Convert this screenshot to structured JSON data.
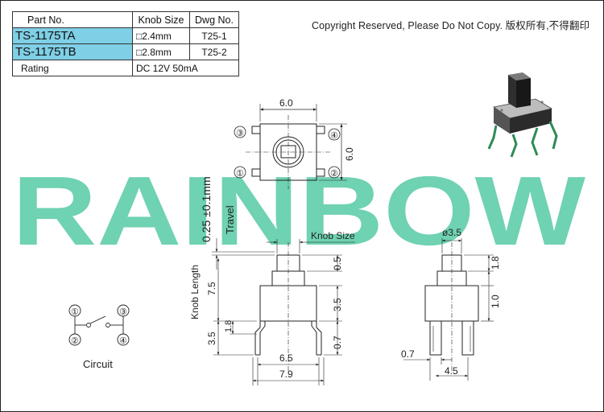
{
  "table": {
    "headers": [
      "Part  No.",
      "Knob Size",
      "Dwg No."
    ],
    "rows": [
      {
        "part": "TS-1175TA",
        "knob": "□2.4mm",
        "dwg": "T25-1"
      },
      {
        "part": "TS-1175TB",
        "knob": "□2.8mm",
        "dwg": "T25-2"
      }
    ],
    "rating_label": "Rating",
    "rating_value": "DC  12V 50mA"
  },
  "copyright": "Copyright Reserved, Please Do Not Copy. 版权所有,不得翻印",
  "watermark": "RAINBOW",
  "top_view": {
    "width_dim": "6.0",
    "height_dim": "6.0",
    "pins": [
      "③",
      "④",
      "①",
      "②"
    ]
  },
  "side_view": {
    "travel_dim": "0.25 ±0.1mm",
    "travel_label": "Travel",
    "knob_size_label": "Knob Size",
    "knob_length_label": "Knob Length",
    "knob_h": "0.5",
    "left_total": "7.5",
    "body_h": "3.5",
    "lead_h": "3.5",
    "lead_bend": "1.8",
    "lead_w": "0.7",
    "pitch": "6.5",
    "overall_w": "7.9"
  },
  "end_view": {
    "knob_dia": "ø3.5",
    "knob_h": "1.8",
    "cap_h": "1.0",
    "lead_w": "0.7",
    "pitch": "4.5"
  },
  "circuit": {
    "label": "Circuit",
    "pins": [
      "①",
      "③",
      "②",
      "④"
    ]
  },
  "colors": {
    "watermark": "#6fd2b2",
    "part_highlight": "#7fcfe6",
    "lead_green": "#2e8b57"
  }
}
